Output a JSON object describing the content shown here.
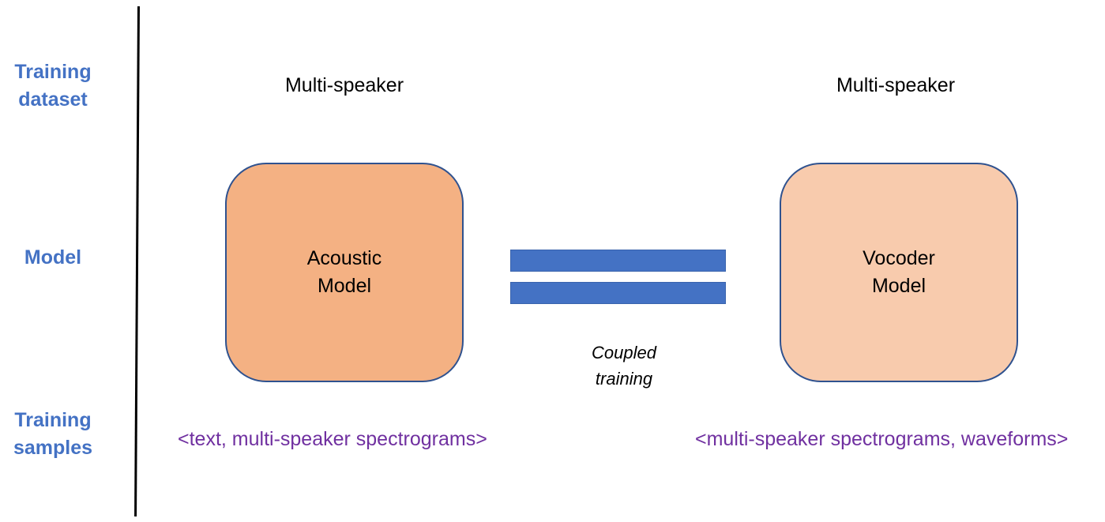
{
  "row_labels": {
    "training_dataset": "Training\ndataset",
    "model": "Model",
    "training_samples": "Training\nsamples"
  },
  "acoustic": {
    "dataset": "Multi-speaker",
    "name": "Acoustic\nModel",
    "samples": "<text, multi-speaker spectrograms>",
    "fill_color": "#f4b183"
  },
  "vocoder": {
    "dataset": "Multi-speaker",
    "name": "Vocoder\nModel",
    "samples": "<multi-speaker spectrograms, waveforms>",
    "fill_color": "#f8cbad"
  },
  "coupling": {
    "symbol": "equals",
    "label": "Coupled\ntraining"
  },
  "colors": {
    "row_label": "#4472c4",
    "samples_text": "#7030a0",
    "box_border": "#2f528f",
    "bar": "#4472c4"
  }
}
